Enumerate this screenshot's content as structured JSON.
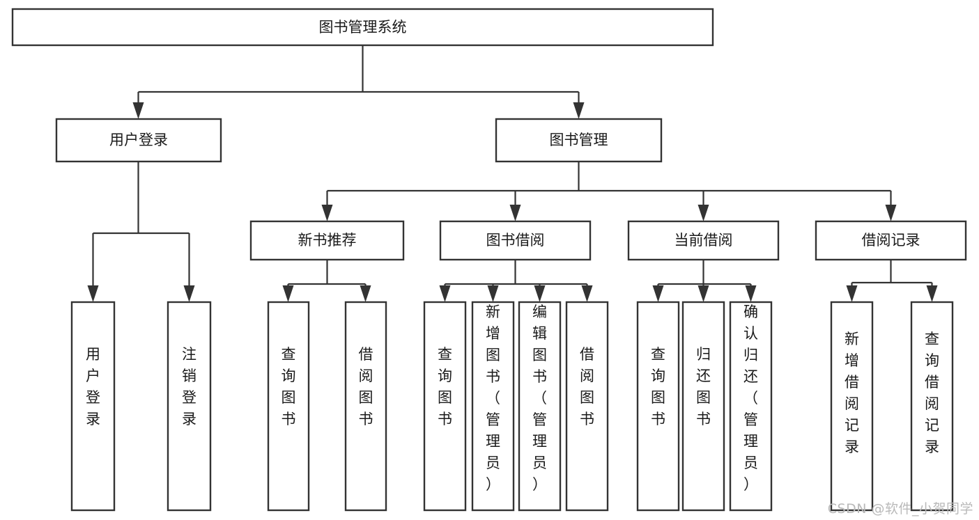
{
  "diagram": {
    "title_node": {
      "id": "root",
      "label": "图书管理系统",
      "orientation": "horizontal"
    },
    "level2": [
      {
        "id": "user-login",
        "label": "用户登录",
        "orientation": "horizontal"
      },
      {
        "id": "book-management",
        "label": "图书管理",
        "orientation": "horizontal"
      }
    ],
    "level3": [
      {
        "id": "new-book-recommend",
        "label": "新书推荐",
        "orientation": "horizontal"
      },
      {
        "id": "book-borrow",
        "label": "图书借阅",
        "orientation": "horizontal"
      },
      {
        "id": "current-borrow",
        "label": "当前借阅",
        "orientation": "horizontal"
      },
      {
        "id": "borrow-record",
        "label": "借阅记录",
        "orientation": "horizontal"
      }
    ],
    "leaves": [
      {
        "id": "leaf-user-login",
        "label": "用户登录",
        "parent": "user-login",
        "orientation": "vertical"
      },
      {
        "id": "leaf-logout-login",
        "label": "注销登录",
        "parent": "user-login",
        "orientation": "vertical"
      },
      {
        "id": "leaf-query-book-1",
        "label": "查询图书",
        "parent": "new-book-recommend",
        "orientation": "vertical"
      },
      {
        "id": "leaf-borrow-book-1",
        "label": "借阅图书",
        "parent": "new-book-recommend",
        "orientation": "vertical"
      },
      {
        "id": "leaf-query-book-2",
        "label": "查询图书",
        "parent": "book-borrow",
        "orientation": "vertical"
      },
      {
        "id": "leaf-add-book",
        "label": "新增图书（管理员）",
        "parent": "book-borrow",
        "orientation": "vertical"
      },
      {
        "id": "leaf-edit-book",
        "label": "编辑图书（管理员）",
        "parent": "book-borrow",
        "orientation": "vertical"
      },
      {
        "id": "leaf-borrow-book-2",
        "label": "借阅图书",
        "parent": "book-borrow",
        "orientation": "vertical"
      },
      {
        "id": "leaf-query-book-3",
        "label": "查询图书",
        "parent": "current-borrow",
        "orientation": "vertical"
      },
      {
        "id": "leaf-return-book",
        "label": "归还图书",
        "parent": "current-borrow",
        "orientation": "vertical"
      },
      {
        "id": "leaf-confirm-return",
        "label": "确认归还（管理员）",
        "parent": "current-borrow",
        "orientation": "vertical"
      },
      {
        "id": "leaf-add-record",
        "label": "新增借阅记录",
        "parent": "borrow-record",
        "orientation": "vertical"
      },
      {
        "id": "leaf-query-record",
        "label": "查询借阅记录",
        "parent": "borrow-record",
        "orientation": "vertical"
      }
    ],
    "watermark": "CSDN @软件_小贺同学",
    "colors": {
      "stroke": "#333333",
      "box_fill": "#ffffff",
      "text": "#1a1a1a",
      "watermark": "#b9b9b9",
      "background": "#ffffff"
    }
  }
}
